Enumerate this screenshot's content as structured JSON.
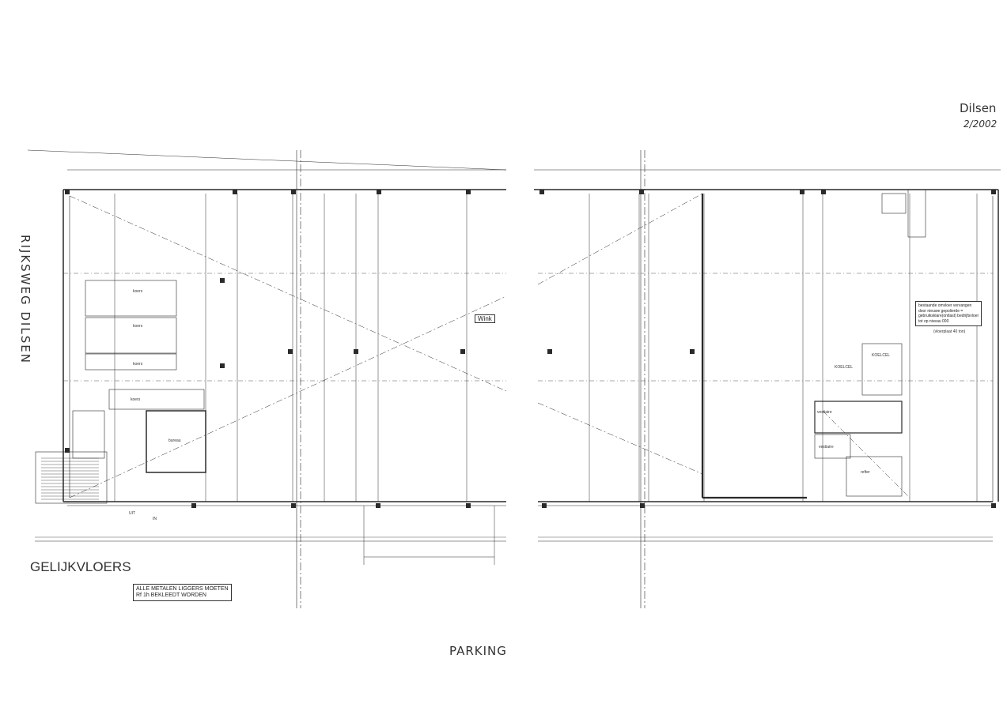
{
  "handwritten": {
    "city": "Dilsen",
    "date": "2/2002",
    "street": "RIJKSWEG DILSEN",
    "parking": "PARKING"
  },
  "plan": {
    "title": "GELIJKVLOERS",
    "note_left": [
      "ALLE METALEN LIGGERS MOETEN",
      "Rf 1h BEKLEEDT WORDEN"
    ],
    "note_right": [
      "bestaande omvloer vervangen",
      "door nieuwe gepolierde =",
      "gebruiksklare(ontlast) bedrijfsvloer",
      "tot op niveau 000"
    ],
    "note_right_sub": "(vloerplaat 40 ton)",
    "winkel_label": "Wink",
    "rooms": {
      "koers1": "koers",
      "koers2": "koers",
      "koers3": "koers",
      "koers4": "koers",
      "bureau": "bureau",
      "koelcel1": "KOELCEL",
      "koelcel2": "KOELCEL",
      "vestiaire1": "vestiaire",
      "vestiaire2": "vestiaire",
      "refter": "refter",
      "in": "IN",
      "uit": "UIT"
    }
  },
  "colors": {
    "ink": "#2a2a2a",
    "paper": "#ffffff"
  }
}
